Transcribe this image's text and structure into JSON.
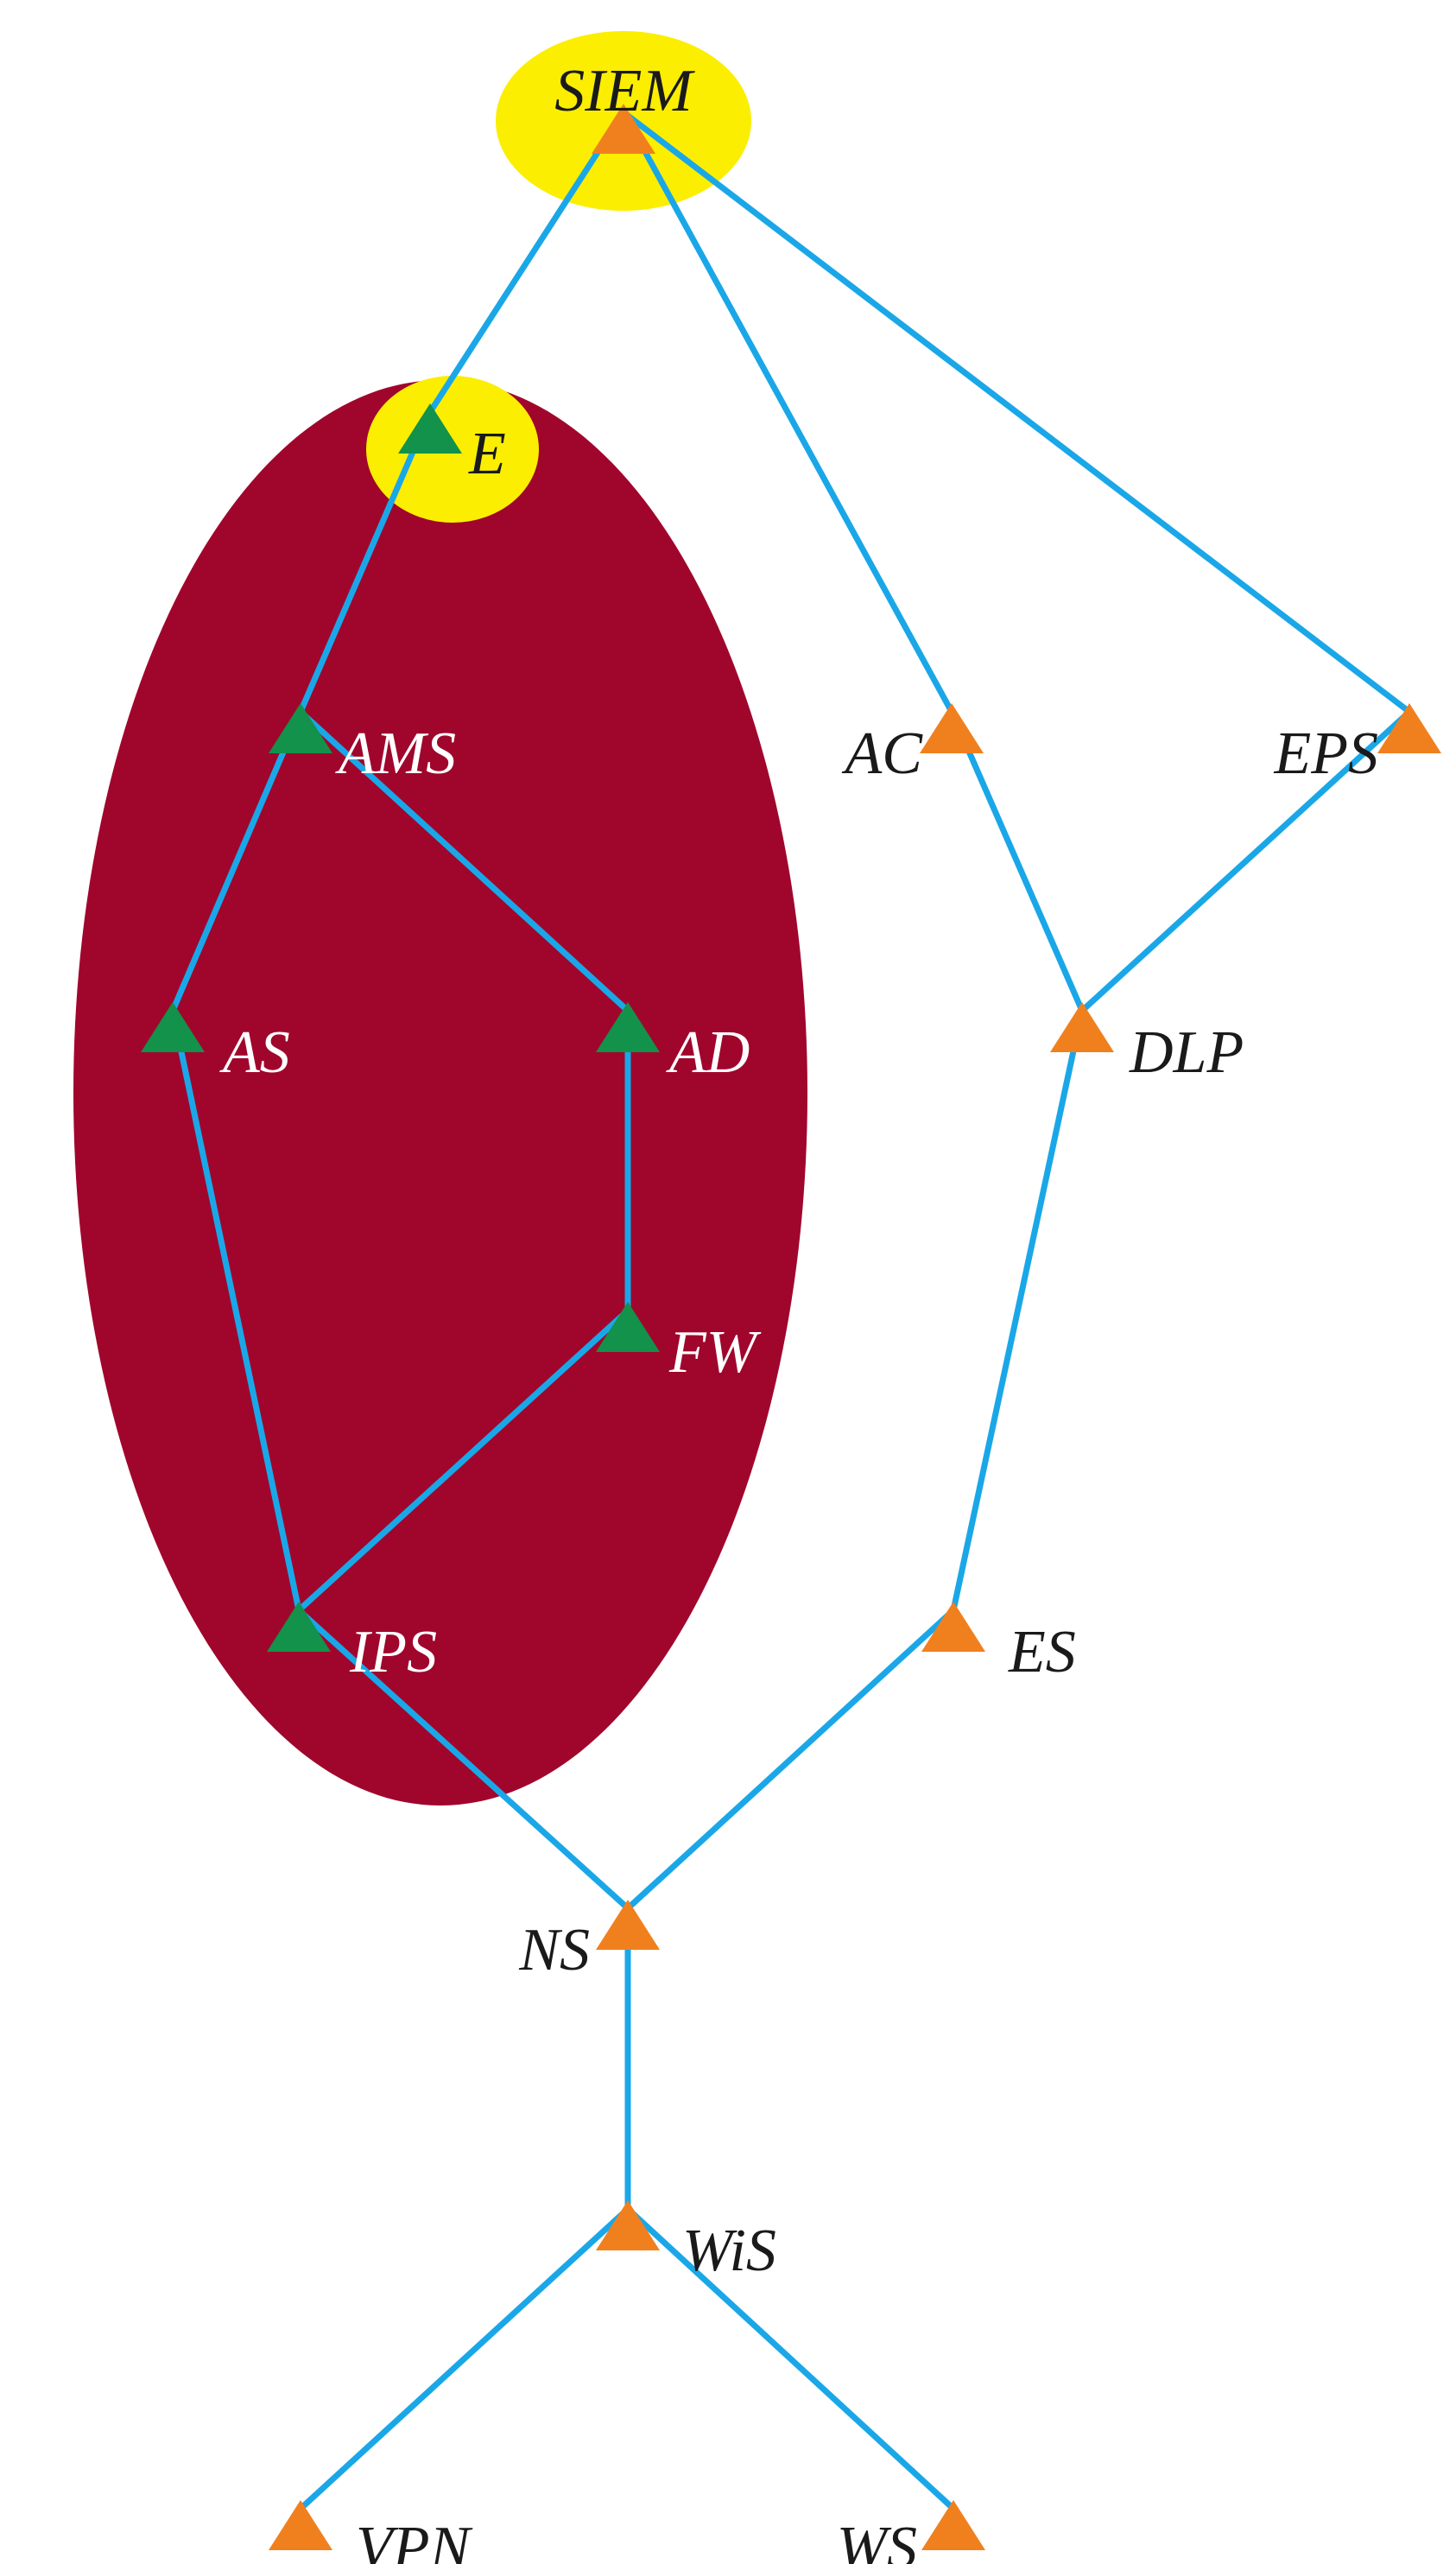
{
  "colors": {
    "region": "#a0062c",
    "emphasis": "#fbee00",
    "edge": "#1aa7e8",
    "normal_node": "#f0801e",
    "highlight_node": "#12924a"
  },
  "diagram": {
    "nodes": [
      {
        "id": "SIEM",
        "label": "SIEM",
        "group": "normal"
      },
      {
        "id": "E",
        "label": "E",
        "group": "highlight"
      },
      {
        "id": "AMS",
        "label": "AMS",
        "group": "highlight"
      },
      {
        "id": "AS",
        "label": "AS",
        "group": "highlight"
      },
      {
        "id": "AD",
        "label": "AD",
        "group": "highlight"
      },
      {
        "id": "FW",
        "label": "FW",
        "group": "highlight"
      },
      {
        "id": "IPS",
        "label": "IPS",
        "group": "highlight"
      },
      {
        "id": "AC",
        "label": "AC",
        "group": "normal"
      },
      {
        "id": "EPS",
        "label": "EPS",
        "group": "normal"
      },
      {
        "id": "DLP",
        "label": "DLP",
        "group": "normal"
      },
      {
        "id": "ES",
        "label": "ES",
        "group": "normal"
      },
      {
        "id": "NS",
        "label": "NS",
        "group": "normal"
      },
      {
        "id": "WiS",
        "label": "WiS",
        "group": "normal"
      },
      {
        "id": "VPN",
        "label": "VPN",
        "group": "normal"
      },
      {
        "id": "WS",
        "label": "WS",
        "group": "normal"
      }
    ],
    "edges": [
      [
        "SIEM",
        "E"
      ],
      [
        "SIEM",
        "AC"
      ],
      [
        "SIEM",
        "EPS"
      ],
      [
        "E",
        "AMS"
      ],
      [
        "AMS",
        "AS"
      ],
      [
        "AMS",
        "AD"
      ],
      [
        "AS",
        "IPS"
      ],
      [
        "AD",
        "FW"
      ],
      [
        "FW",
        "IPS"
      ],
      [
        "IPS",
        "NS"
      ],
      [
        "AC",
        "DLP"
      ],
      [
        "EPS",
        "DLP"
      ],
      [
        "DLP",
        "ES"
      ],
      [
        "ES",
        "NS"
      ],
      [
        "NS",
        "WiS"
      ],
      [
        "WiS",
        "VPN"
      ],
      [
        "WiS",
        "WS"
      ]
    ],
    "emphasized": [
      "SIEM",
      "E"
    ]
  }
}
